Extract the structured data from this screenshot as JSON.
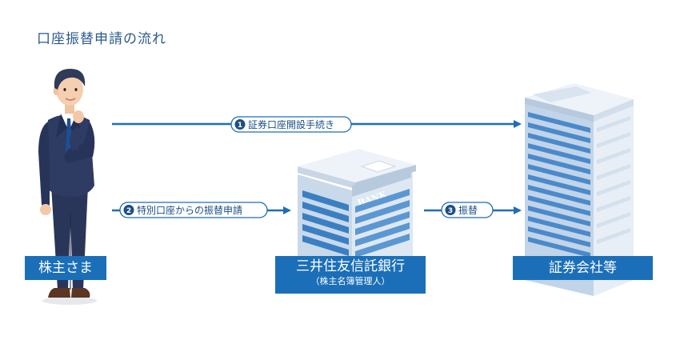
{
  "title": "口座振替申請の流れ",
  "actors": {
    "shareholder": "株主さま",
    "bank": {
      "name": "三井住友信託銀行",
      "sub": "（株主名簿管理人）",
      "sign": "BANK"
    },
    "securities": "証券会社等"
  },
  "steps": [
    {
      "num": "1",
      "label": "証券口座開設手続き"
    },
    {
      "num": "2",
      "label": "特別口座からの振替申請"
    },
    {
      "num": "3",
      "label": "振替"
    }
  ],
  "colors": {
    "accent": "#1b6fb8",
    "arrow": "#1f6db6",
    "title": "#2b5a8c"
  }
}
